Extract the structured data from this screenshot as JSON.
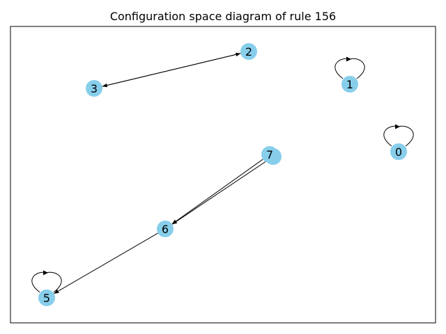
{
  "figure": {
    "title": "Configuration space diagram of rule 156"
  },
  "colors": {
    "node_fill": "#87CEEB",
    "edge": "#000000",
    "frame": "#000000",
    "background": "#ffffff"
  },
  "graph": {
    "nodes": [
      {
        "id": "0",
        "label": "0"
      },
      {
        "id": "1",
        "label": "1"
      },
      {
        "id": "2",
        "label": "2"
      },
      {
        "id": "3",
        "label": "3"
      },
      {
        "id": "4",
        "label": "4"
      },
      {
        "id": "5",
        "label": "5"
      },
      {
        "id": "6",
        "label": "6"
      },
      {
        "id": "7",
        "label": "7"
      }
    ],
    "edges": [
      {
        "from": "0",
        "to": "0"
      },
      {
        "from": "1",
        "to": "1"
      },
      {
        "from": "2",
        "to": "3"
      },
      {
        "from": "3",
        "to": "2"
      },
      {
        "from": "4",
        "to": "6"
      },
      {
        "from": "7",
        "to": "6"
      },
      {
        "from": "6",
        "to": "5"
      },
      {
        "from": "5",
        "to": "5"
      }
    ]
  }
}
